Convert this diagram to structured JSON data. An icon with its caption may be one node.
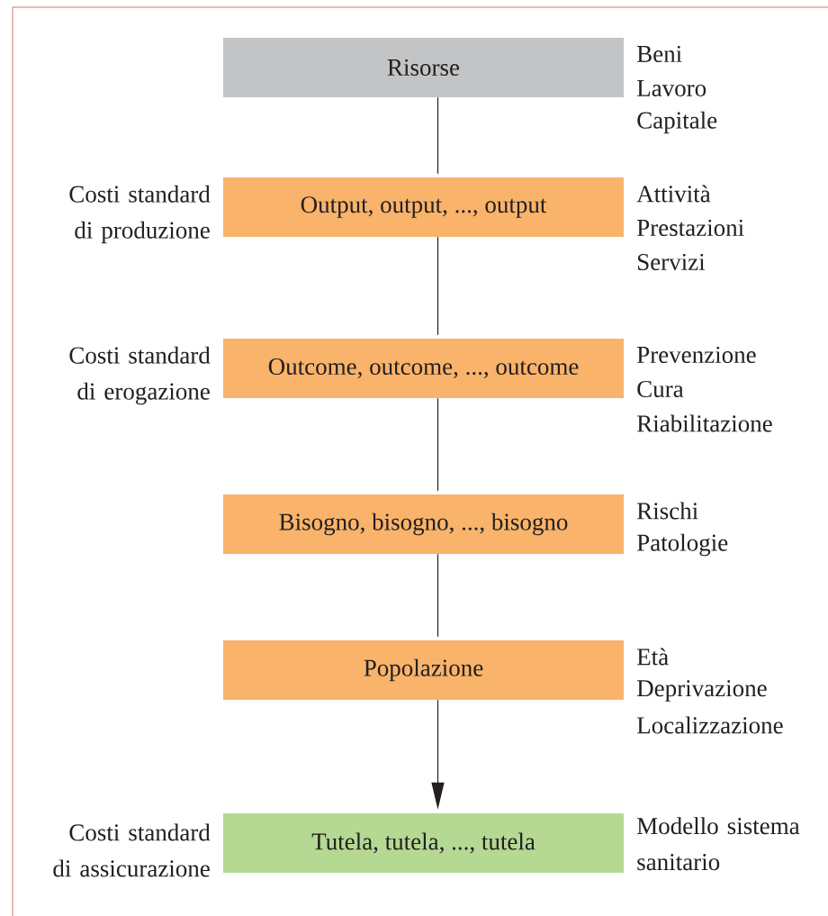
{
  "diagram": {
    "nodes": [
      {
        "text": [
          "Risorse"
        ],
        "beside": [
          "Beni",
          "Lavoro",
          "Capitale"
        ]
      },
      {
        "text": [
          "Output, output, ..., output"
        ],
        "beside": [
          "Costi standard di produzione",
          "Attività",
          "Prestazioni",
          "Servizi"
        ]
      },
      {
        "text": [
          "Outcome, outcome, ..., outcome"
        ],
        "beside": [
          "Costi standard di erogazione",
          "Prevenzione",
          "Cura",
          "Riabilitazione"
        ]
      },
      {
        "text": [
          "Bisogno, bisogno, ..., bisogno"
        ],
        "beside": [
          "Rischi",
          "Patologie"
        ]
      },
      {
        "text": [
          "Popolazione"
        ],
        "beside": [
          "Età",
          "Deprivazione",
          "Localizzazione"
        ]
      },
      {
        "text": [
          "Tutela, tutela, ..., tutela"
        ],
        "beside": [
          "Costi standard di assicurazione",
          "Modello sistema sanitario"
        ]
      }
    ],
    "edges": [
      {
        "from": 0,
        "to": 1,
        "arrow": "none"
      },
      {
        "from": 1,
        "to": 2,
        "arrow": "none"
      },
      {
        "from": 2,
        "to": 3,
        "arrow": "none"
      },
      {
        "from": 3,
        "to": 4,
        "arrow": "none"
      },
      {
        "from": 4,
        "to": 5,
        "arrow": "to"
      }
    ]
  }
}
